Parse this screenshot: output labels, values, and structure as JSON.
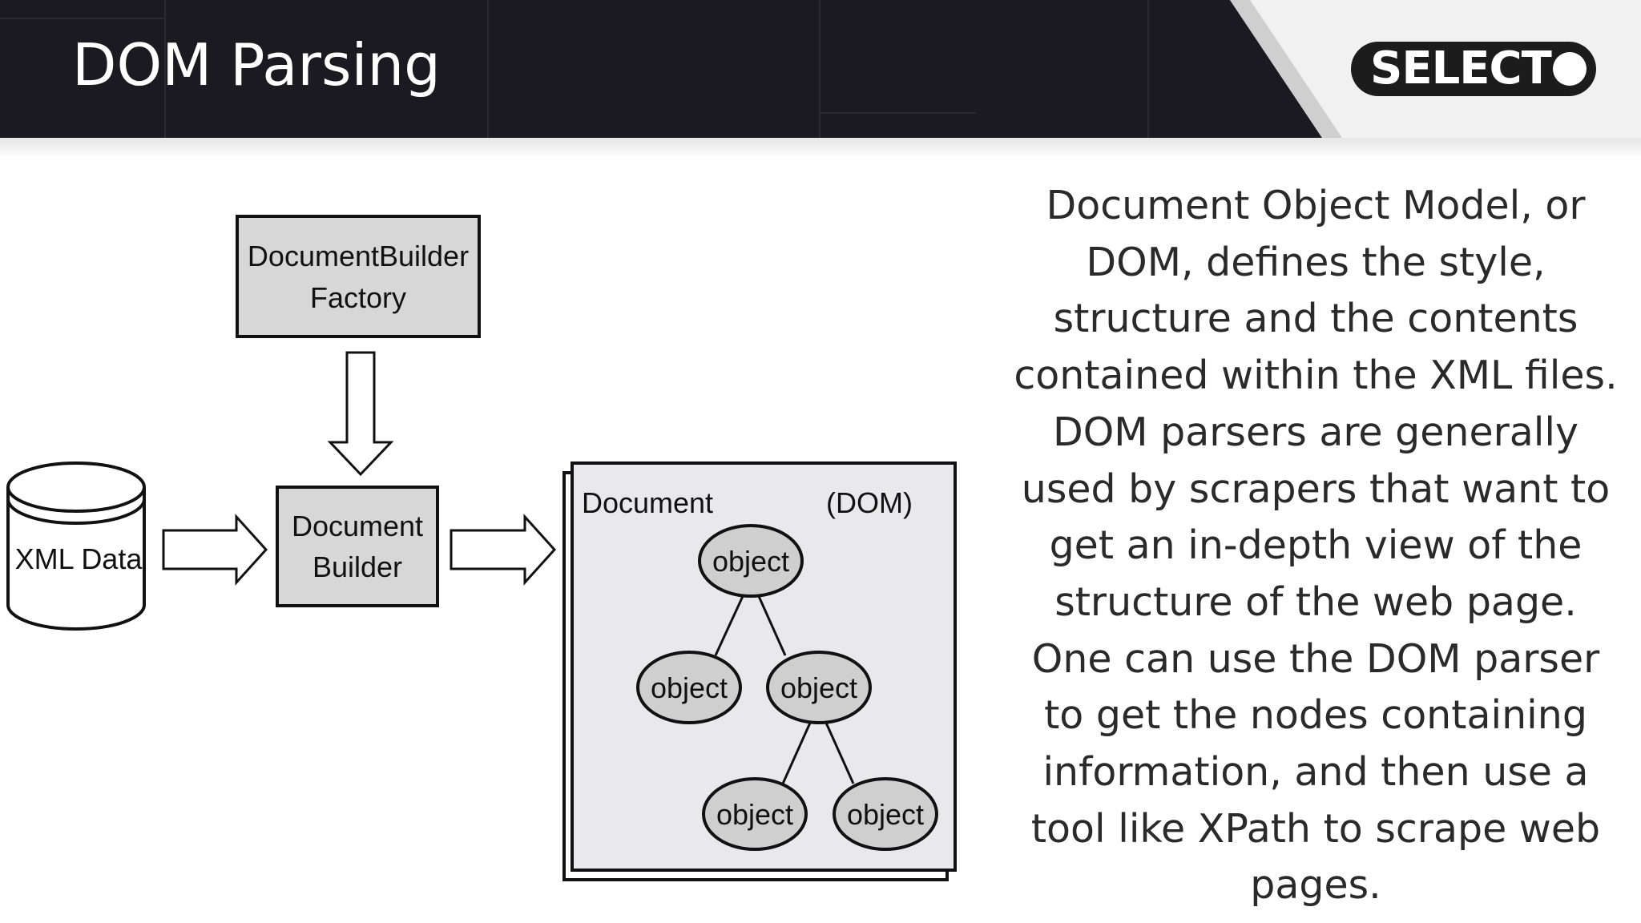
{
  "slide": {
    "title": "DOM Parsing",
    "logo_text": "SELECT",
    "description": "Document Object Model, or DOM, defines the style, structure and the contents contained within the XML files. DOM parsers are generally used by scrapers that want to get an in-depth view of the structure of the web page. One can use the DOM parser to get the nodes containing information, and then use a tool like XPath to scrape web pages."
  },
  "diagram": {
    "factory_line1": "DocumentBuilder",
    "factory_line2": "Factory",
    "xml_data": "XML Data",
    "builder_line1": "Document",
    "builder_line2": "Builder",
    "document_label": "Document",
    "dom_label": "(DOM)",
    "nodes": [
      "object",
      "object",
      "object",
      "object",
      "object"
    ]
  },
  "colors": {
    "header_bg": "#1b1a20",
    "box_fill": "#d7d7d7",
    "node_fill": "#cfcfcf",
    "text": "#2a2a2a"
  }
}
